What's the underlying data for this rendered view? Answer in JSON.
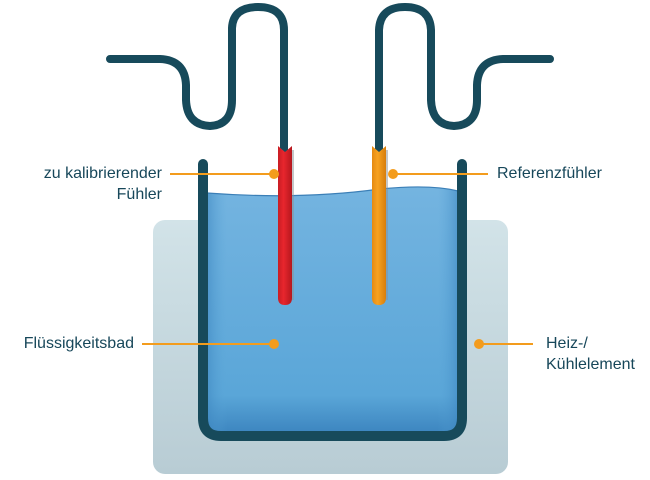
{
  "diagram": {
    "title": "Kalibrierung im Flüssigkeitsbad",
    "labels": {
      "probe_under_test": [
        "zu kalibrierender",
        "Fühler"
      ],
      "reference_probe": [
        "Referenzfühler"
      ],
      "liquid_bath": [
        "Flüssigkeitsbad"
      ],
      "heating_cooling_element": [
        "Heiz-/",
        "Kühlelement"
      ]
    },
    "components": [
      {
        "id": "probe_under_test",
        "color": "#e0232a"
      },
      {
        "id": "reference_probe",
        "color": "#f39c1d"
      },
      {
        "id": "liquid_bath",
        "color": "#5fa8d8"
      },
      {
        "id": "heating_cooling_element",
        "color": "#c9dbe1"
      },
      {
        "id": "vessel",
        "color": "#174a5b"
      },
      {
        "id": "cable",
        "color": "#174a5b"
      }
    ],
    "callout_color": "#f39c1d"
  }
}
